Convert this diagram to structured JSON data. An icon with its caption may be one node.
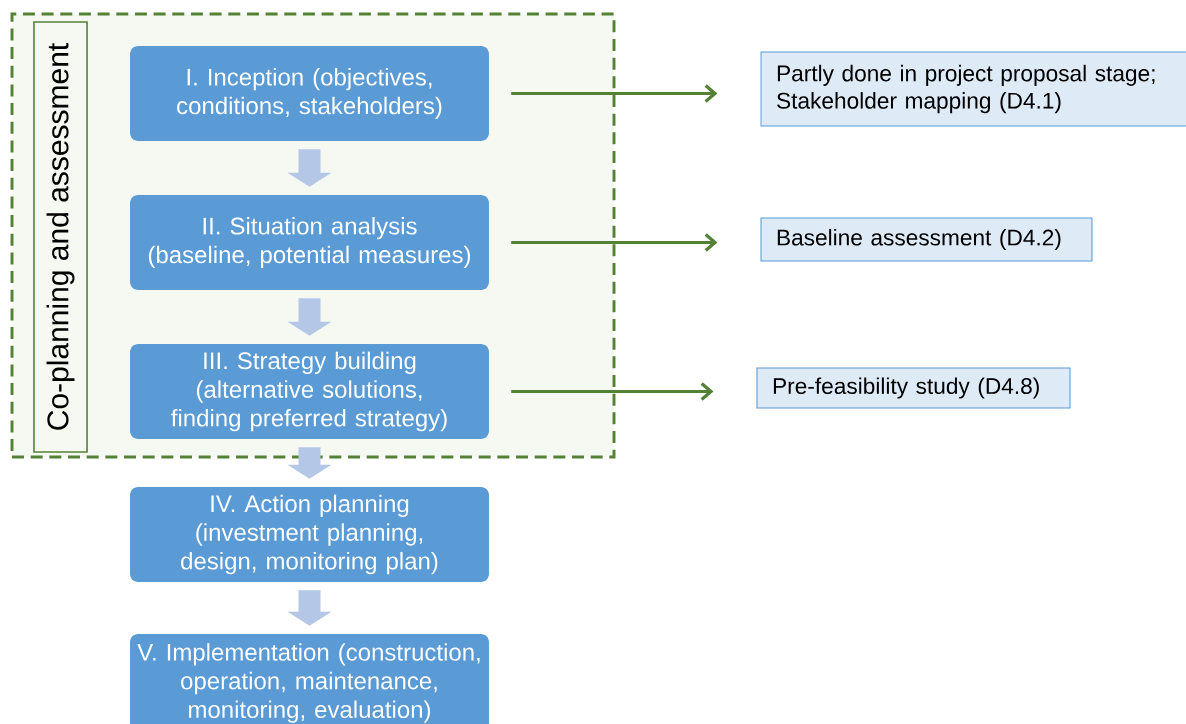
{
  "diagram": {
    "nodes": [
      {
        "text": [],
        "shape": "box"
      },
      {
        "text": [
          "Co-planning and assessment"
        ],
        "in": 0
      },
      {
        "text": [
          "I. Inception (objectives, conditions, stakeholders)"
        ],
        "in": 0
      },
      {
        "text": [
          "II. Situation analysis (baseline, potential measures)"
        ],
        "in": 0
      },
      {
        "text": [
          "III. Strategy building (alternative solutions, finding preferred strategy)"
        ],
        "in": 0
      },
      {
        "text": [
          "IV. Action planning (investment planning, design, monitoring plan)"
        ]
      },
      {
        "text": [
          "V. Implementation (construction, operation, maintenance, monitoring, evaluation)"
        ]
      },
      {
        "text": [
          "Partly done in project proposal stage; Stakeholder mapping (D4.1)"
        ]
      },
      {
        "text": [
          "Baseline assessment (D4.2)"
        ]
      },
      {
        "text": [
          "Pre-feasibility study (D4.8)"
        ]
      }
    ],
    "edges": [
      {
        "from": 2,
        "to": 3,
        "arrow": "to",
        "style": "thick"
      },
      {
        "from": 3,
        "to": 4,
        "arrow": "to",
        "style": "thick"
      },
      {
        "from": 4,
        "to": 5,
        "arrow": "to",
        "style": "thick"
      },
      {
        "from": 5,
        "to": 6,
        "arrow": "to",
        "style": "thick"
      },
      {
        "from": 2,
        "to": 7,
        "arrow": "to",
        "color": "#548235"
      },
      {
        "from": 3,
        "to": 8,
        "arrow": "to",
        "color": "#548235"
      },
      {
        "from": 4,
        "to": 9,
        "arrow": "to",
        "color": "#548235"
      }
    ]
  }
}
